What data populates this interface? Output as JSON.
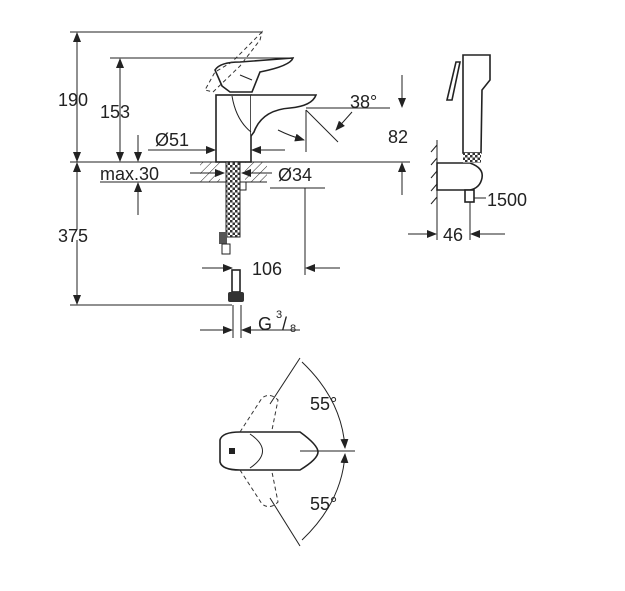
{
  "side_view": {
    "dims": {
      "total_height": "190",
      "spout_height": "153",
      "max_deck": "max.30",
      "body_diameter": "Ø51",
      "hole_diameter": "Ø34",
      "below_deck": "375",
      "spout_reach": "106",
      "spout_angle": "38°",
      "spout_clearance": "82"
    },
    "thread": {
      "letter": "G",
      "numerator": "3",
      "denominator": "8"
    }
  },
  "hand_shower": {
    "hose_length": "1500",
    "projection": "46"
  },
  "top_view": {
    "angle_left": "55°",
    "angle_right": "55°"
  }
}
